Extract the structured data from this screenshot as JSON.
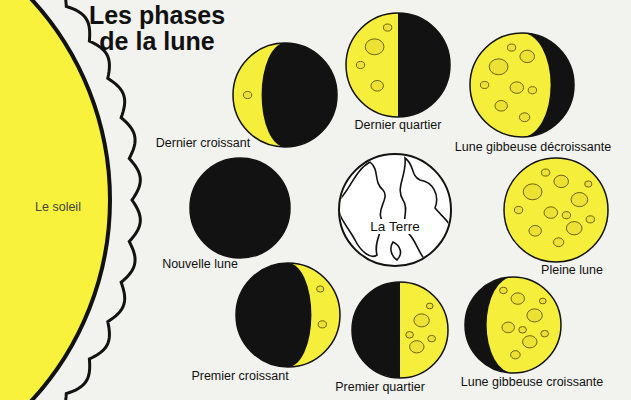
{
  "diagram": {
    "title": "Les phases de la lune",
    "nodes": [
      {
        "text": [
          "Le soleil"
        ]
      },
      {
        "text": [
          "Dernier croissant"
        ]
      },
      {
        "text": [
          "Dernier quartier"
        ]
      },
      {
        "text": [
          "Lune gibbeuse décroissante"
        ]
      },
      {
        "text": [
          "Nouvelle lune"
        ]
      },
      {
        "text": [
          "La Terre"
        ]
      },
      {
        "text": [
          "Pleine lune"
        ]
      },
      {
        "text": [
          "Premier croissant"
        ]
      },
      {
        "text": [
          "Premier quartier"
        ]
      },
      {
        "text": [
          "Lune gibbeuse croissante"
        ]
      }
    ]
  }
}
